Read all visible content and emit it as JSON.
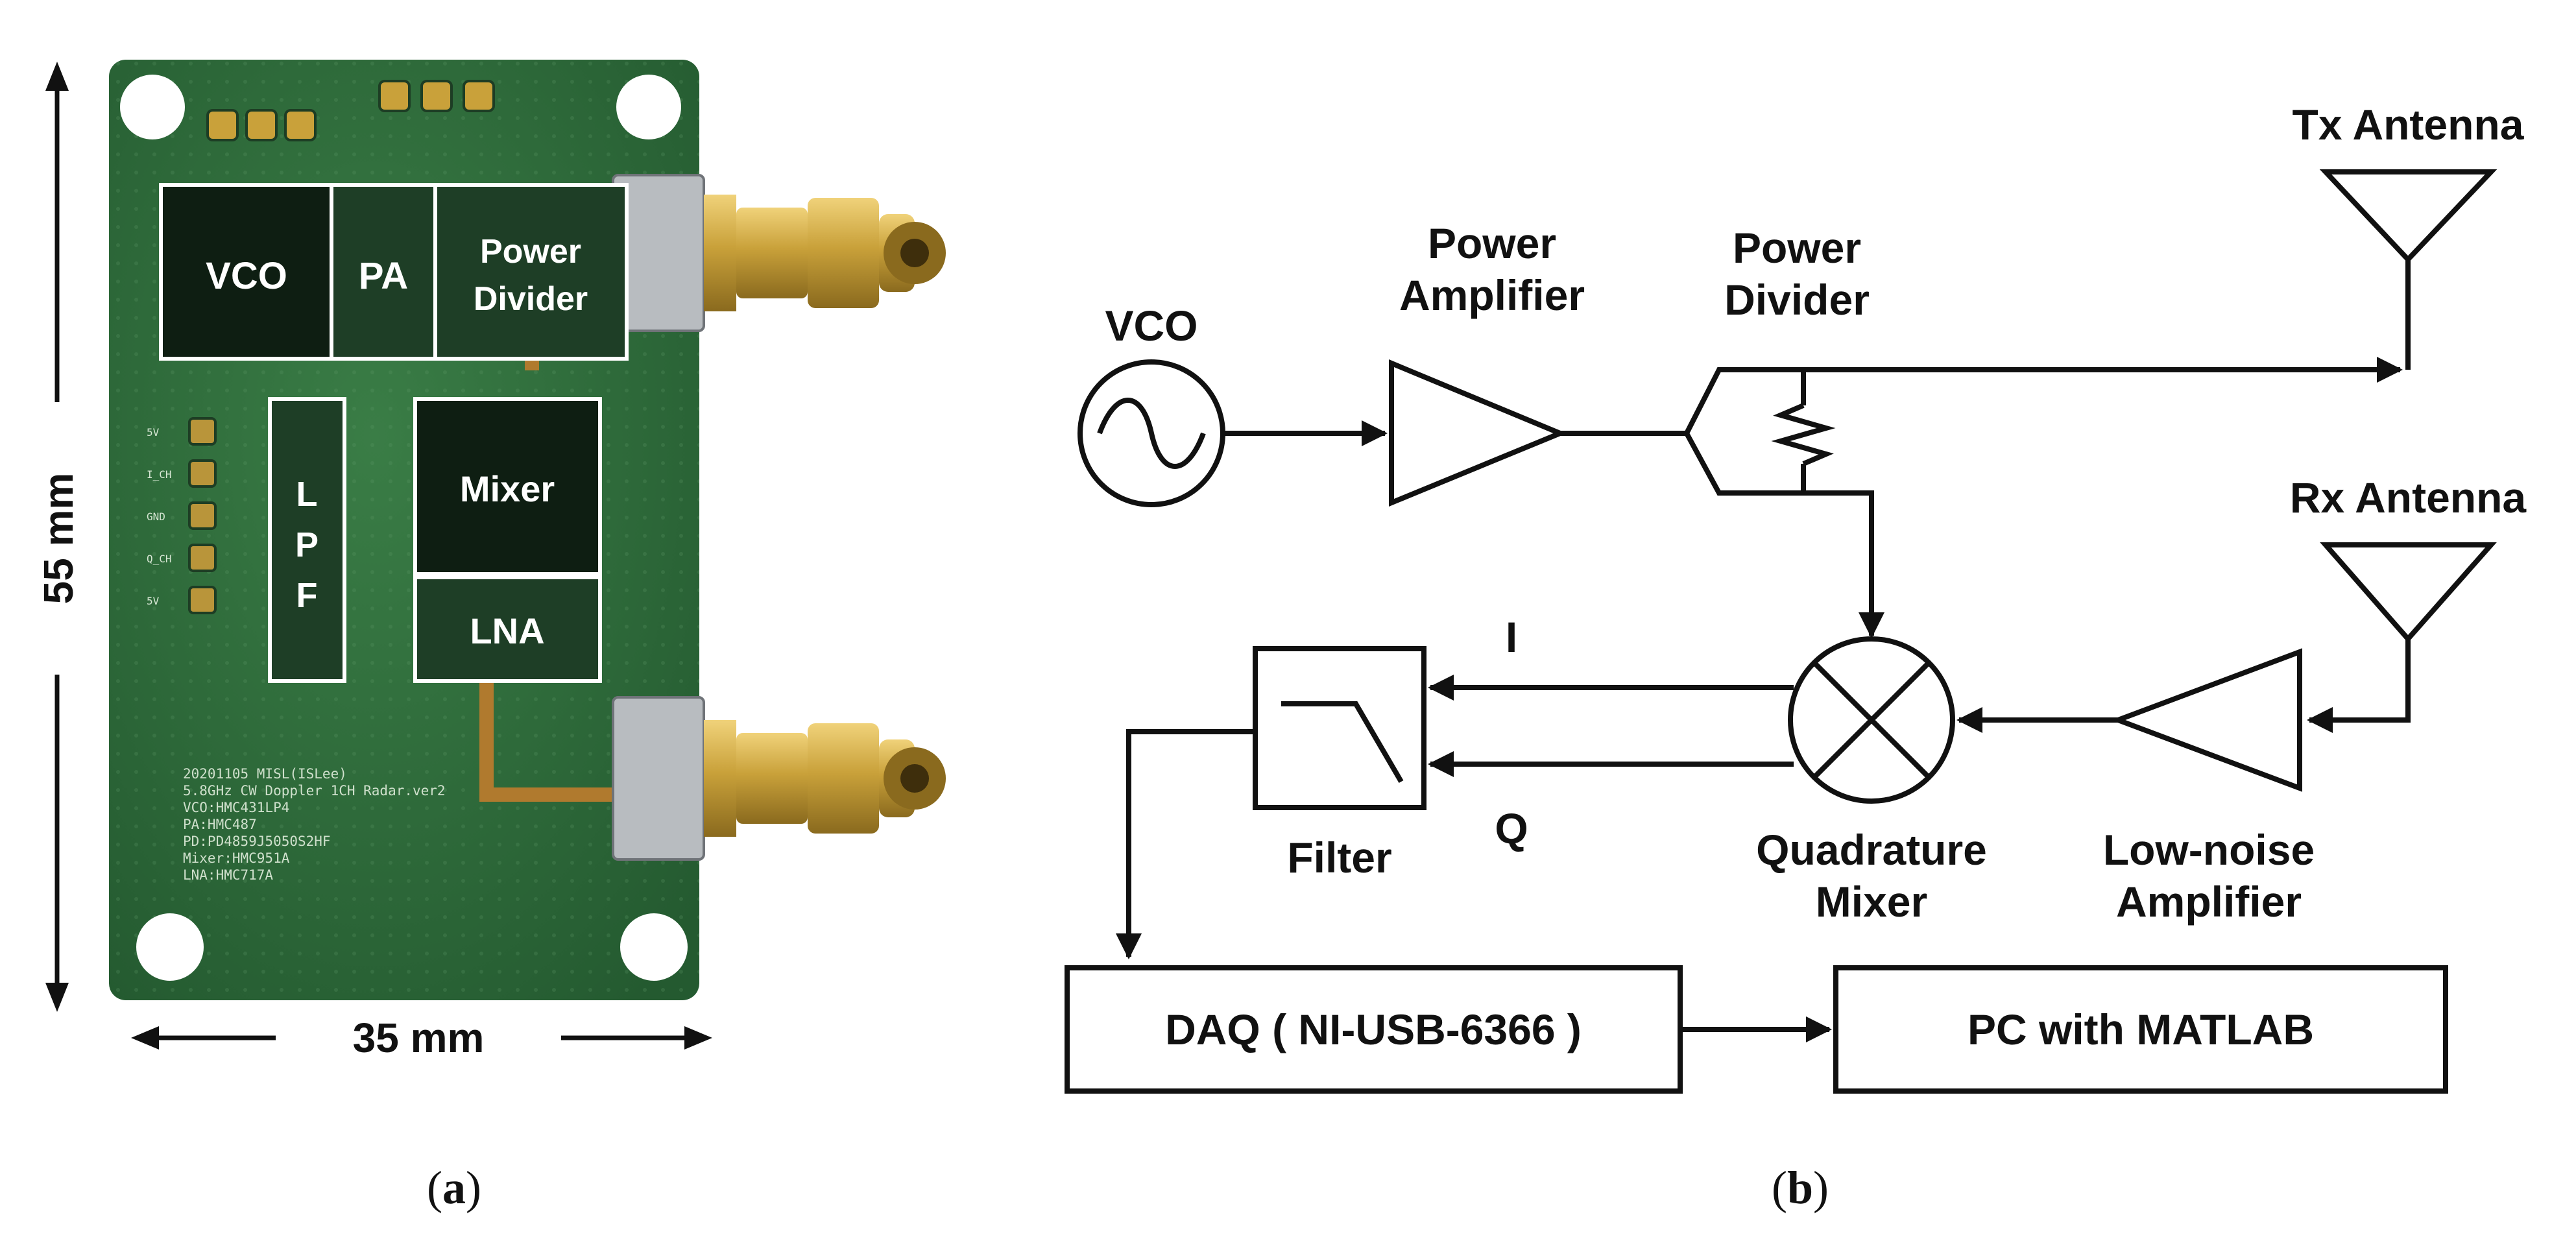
{
  "panel_a": {
    "caption_open": "(",
    "caption_letter": "a",
    "caption_close": ")",
    "height_label": "55 mm",
    "width_label": "35 mm",
    "board_blocks": {
      "vco": "VCO",
      "pa": "PA",
      "power_divider_line1": "Power",
      "power_divider_line2": "Divider",
      "mixer": "Mixer",
      "lpf_l": "L",
      "lpf_p": "P",
      "lpf_f": "F",
      "lna": "LNA"
    },
    "silkscreen": [
      "20201105    MISL(ISLee)",
      "5.8GHz CW Doppler 1CH Radar.ver2",
      "VCO:HMC431LP4",
      "PA:HMC487",
      "PD:PD4859J5050S2HF",
      "Mixer:HMC951A",
      "LNA:HMC717A"
    ],
    "pin_labels": [
      "5V",
      "I_CH",
      "GND",
      "Q_CH",
      "5V"
    ]
  },
  "panel_b": {
    "caption_open": "(",
    "caption_letter": "b",
    "caption_close": ")",
    "tx_antenna": "Tx Antenna",
    "rx_antenna": "Rx Antenna",
    "vco": "VCO",
    "power_amplifier_line1": "Power",
    "power_amplifier_line2": "Amplifier",
    "power_divider_line1": "Power",
    "power_divider_line2": "Divider",
    "quadrature_mixer_line1": "Quadrature",
    "quadrature_mixer_line2": "Mixer",
    "lna_line1": "Low-noise",
    "lna_line2": "Amplifier",
    "filter": "Filter",
    "i_label": "I",
    "q_label": "Q",
    "daq": "DAQ ( NI-USB-6366 )",
    "pc": "PC with MATLAB"
  },
  "colors": {
    "pcb_green": "#2f6b3c",
    "gold": "#c9a13a",
    "line": "#111111"
  }
}
